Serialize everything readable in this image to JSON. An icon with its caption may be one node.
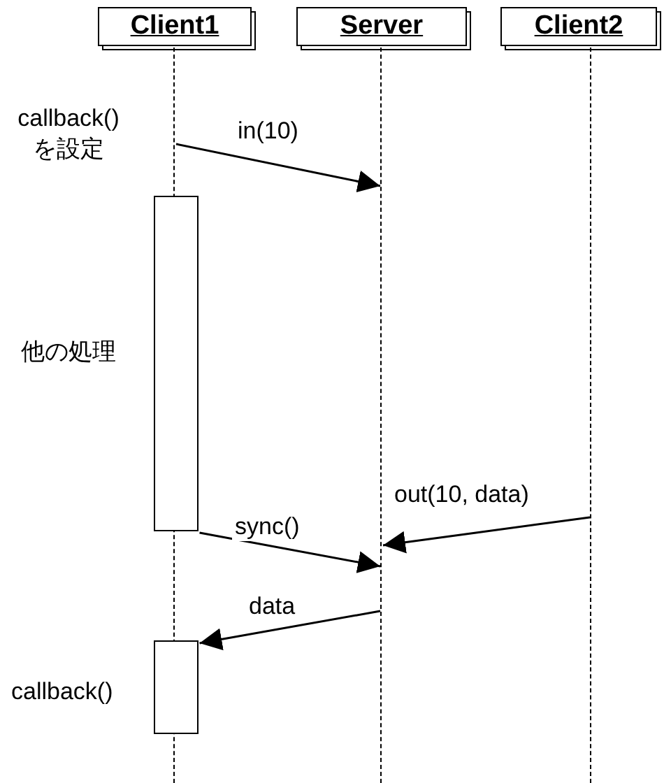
{
  "diagram": {
    "nodes": [
      {
        "text": [
          "Client1"
        ]
      },
      {
        "text": [
          "Server"
        ]
      },
      {
        "text": [
          "Client2"
        ]
      },
      {
        "text": [],
        "shape": "line"
      },
      {
        "text": [],
        "shape": "line"
      },
      {
        "text": [],
        "shape": "line"
      },
      {
        "text": [],
        "shape": "bar",
        "beside": [
          "他の処理"
        ]
      },
      {
        "text": [],
        "shape": "bar",
        "beside": [
          "callback()"
        ]
      }
    ],
    "edges": [
      {
        "from": 3,
        "to": 4,
        "arrow": "to",
        "label": "in(10)"
      },
      {
        "from": 6,
        "to": 4,
        "arrow": "to",
        "label": "sync()"
      },
      {
        "from": 5,
        "to": 4,
        "arrow": "to",
        "label": "out(10, data)"
      },
      {
        "from": 4,
        "to": 7,
        "arrow": "to",
        "label": "data"
      }
    ],
    "labels": [
      "callback()を設定"
    ]
  }
}
